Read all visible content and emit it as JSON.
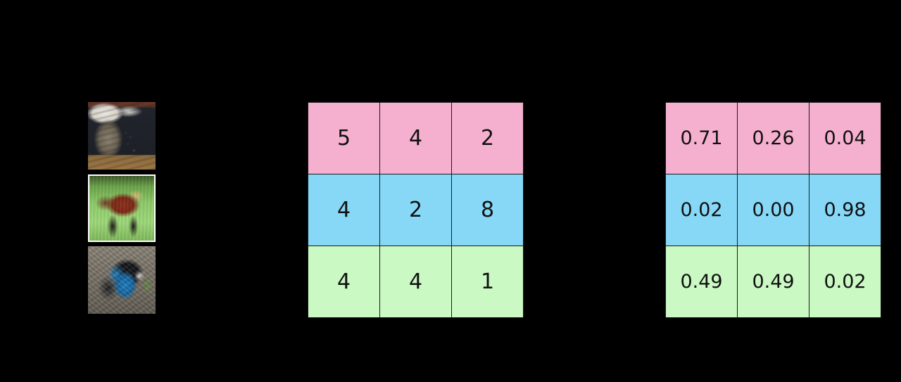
{
  "figure": {
    "background_color": "#000000",
    "row_colors": {
      "row1": "#f6b0cf",
      "row2": "#87d8f7",
      "row3": "#caf9c3"
    }
  },
  "thumbnails": [
    {
      "name": "cat-thumbnail",
      "description": "tabby cat in front of dark background",
      "selected": false
    },
    {
      "name": "horse-thumbnail",
      "description": "chestnut horse standing on green grass",
      "selected": true
    },
    {
      "name": "dog-thumbnail",
      "description": "black dog wearing a blue vest on rocky ground",
      "selected": false
    }
  ],
  "counts_table": {
    "rows": [
      {
        "color": "#f6b0cf",
        "cells": [
          "5",
          "4",
          "2"
        ]
      },
      {
        "color": "#87d8f7",
        "cells": [
          "4",
          "2",
          "8"
        ]
      },
      {
        "color": "#caf9c3",
        "cells": [
          "4",
          "4",
          "1"
        ]
      }
    ]
  },
  "probs_table": {
    "rows": [
      {
        "color": "#f6b0cf",
        "cells": [
          "0.71",
          "0.26",
          "0.04"
        ]
      },
      {
        "color": "#87d8f7",
        "cells": [
          "0.02",
          "0.00",
          "0.98"
        ]
      },
      {
        "color": "#caf9c3",
        "cells": [
          "0.49",
          "0.49",
          "0.02"
        ]
      }
    ]
  },
  "chart_data": {
    "type": "table",
    "title": "",
    "row_labels": [
      "cat-image",
      "horse-image",
      "dog-image"
    ],
    "tables": [
      {
        "name": "counts",
        "values": [
          [
            5,
            4,
            2
          ],
          [
            4,
            2,
            8
          ],
          [
            4,
            4,
            1
          ]
        ]
      },
      {
        "name": "probabilities",
        "values": [
          [
            0.71,
            0.26,
            0.04
          ],
          [
            0.02,
            0.0,
            0.98
          ],
          [
            0.49,
            0.49,
            0.02
          ]
        ]
      }
    ]
  }
}
